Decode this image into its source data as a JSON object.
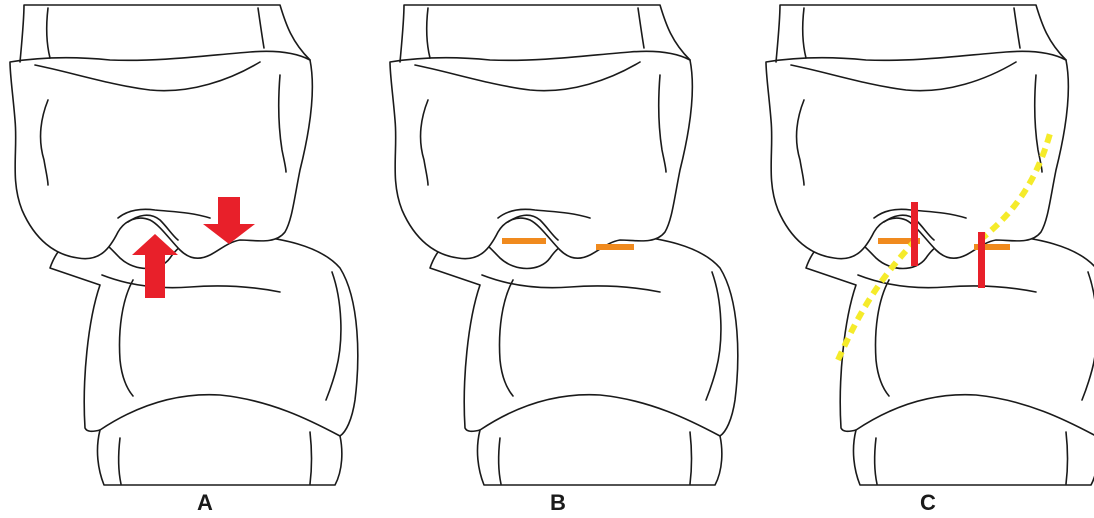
{
  "panels": [
    {
      "label": "A"
    },
    {
      "label": "B"
    },
    {
      "label": "C"
    }
  ],
  "colors": {
    "force_arrow": "#e8202a",
    "joint_surface_mark": "#f08a1e",
    "axis_marker": "#e8202a",
    "curve_line": "#f5eb2a",
    "outline": "#1a1a1a"
  }
}
